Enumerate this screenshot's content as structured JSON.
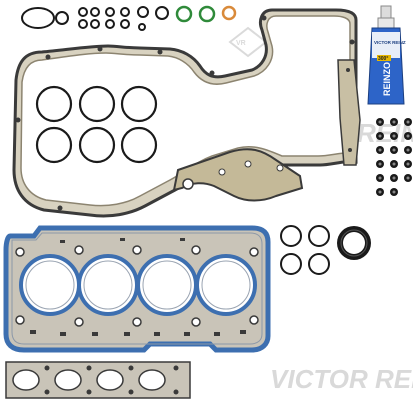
{
  "watermark": {
    "text_primary": "VICTOR REINZ",
    "text_secondary": "VICTOR REI"
  },
  "sealant_tube": {
    "brand": "REINZO",
    "product": "VICTOR REINZ",
    "badge": "300°"
  },
  "colors": {
    "gasket_body": "#b5ab92",
    "gasket_dark": "#3a3a3a",
    "head_gasket_blue": "#3d6fb0",
    "head_gasket_metal": "#c9c4b8",
    "oring_black": "#1a1a1a",
    "oring_green": "#2f8a3a",
    "oring_orange": "#d98a3a",
    "tube_blue": "#2d64c8",
    "tube_cap": "#dcdcdc"
  },
  "icons": [
    "victor-reinz-logo-icon"
  ]
}
